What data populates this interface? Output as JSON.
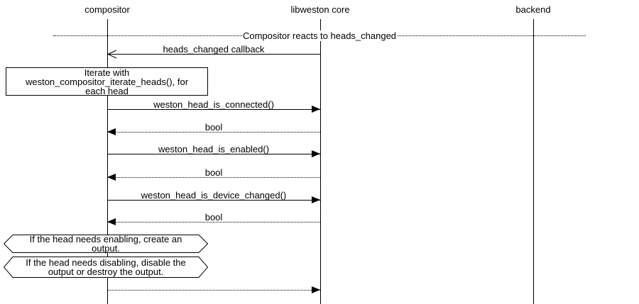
{
  "colors": {
    "line": "#000000",
    "background": "#ffffff",
    "text": "#000000"
  },
  "participants": [
    {
      "label": "compositor"
    },
    {
      "label": "libweston core"
    },
    {
      "label": "backend"
    }
  ],
  "divider": {
    "label": "Compositor reacts to heads_changed"
  },
  "messages": [
    {
      "label": "heads_changed callback",
      "from": "libweston core",
      "to": "compositor",
      "line": "solid",
      "arrowhead": "open"
    },
    {
      "label": "weston_head_is_connected()",
      "from": "compositor",
      "to": "libweston core",
      "line": "solid",
      "arrowhead": "filled"
    },
    {
      "label": "bool",
      "from": "libweston core",
      "to": "compositor",
      "line": "dotted",
      "arrowhead": "filled"
    },
    {
      "label": "weston_head_is_enabled()",
      "from": "compositor",
      "to": "libweston core",
      "line": "solid",
      "arrowhead": "filled"
    },
    {
      "label": "bool",
      "from": "libweston core",
      "to": "compositor",
      "line": "dotted",
      "arrowhead": "filled"
    },
    {
      "label": "weston_head_is_device_changed()",
      "from": "compositor",
      "to": "libweston core",
      "line": "solid",
      "arrowhead": "filled"
    },
    {
      "label": "bool",
      "from": "libweston core",
      "to": "compositor",
      "line": "dotted",
      "arrowhead": "filled"
    },
    {
      "label": "",
      "from": "compositor",
      "to": "libweston core",
      "line": "dotted",
      "arrowhead": "filled"
    }
  ],
  "note": {
    "lines": [
      "Iterate with",
      "weston_compositor_iterate_heads(), for",
      "each head"
    ]
  },
  "conditions": [
    {
      "lines": [
        "If the head needs enabling, create an",
        "output."
      ]
    },
    {
      "lines": [
        "If the head needs disabling, disable the",
        "output or destroy the output."
      ]
    }
  ]
}
